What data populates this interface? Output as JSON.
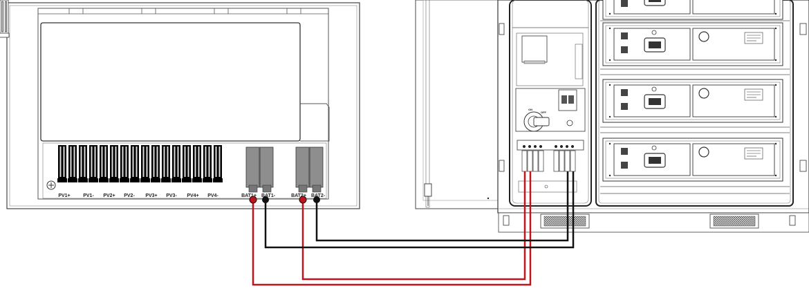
{
  "inverter": {
    "pv_labels": [
      "PV1+",
      "PV1-",
      "PV2+",
      "PV2-",
      "PV3+",
      "PV3-",
      "PV4+",
      "PV4-"
    ],
    "battery_labels": [
      "BAT1+",
      "BAT1-",
      "BAT2+",
      "BAT2-"
    ],
    "ground_symbol": "⊕"
  },
  "cabinet": {
    "breaker_labels": [
      "ON",
      "OFF"
    ],
    "module_count": 4
  },
  "wires": {
    "positive_color": "#c0141c",
    "negative_color": "#111111"
  }
}
